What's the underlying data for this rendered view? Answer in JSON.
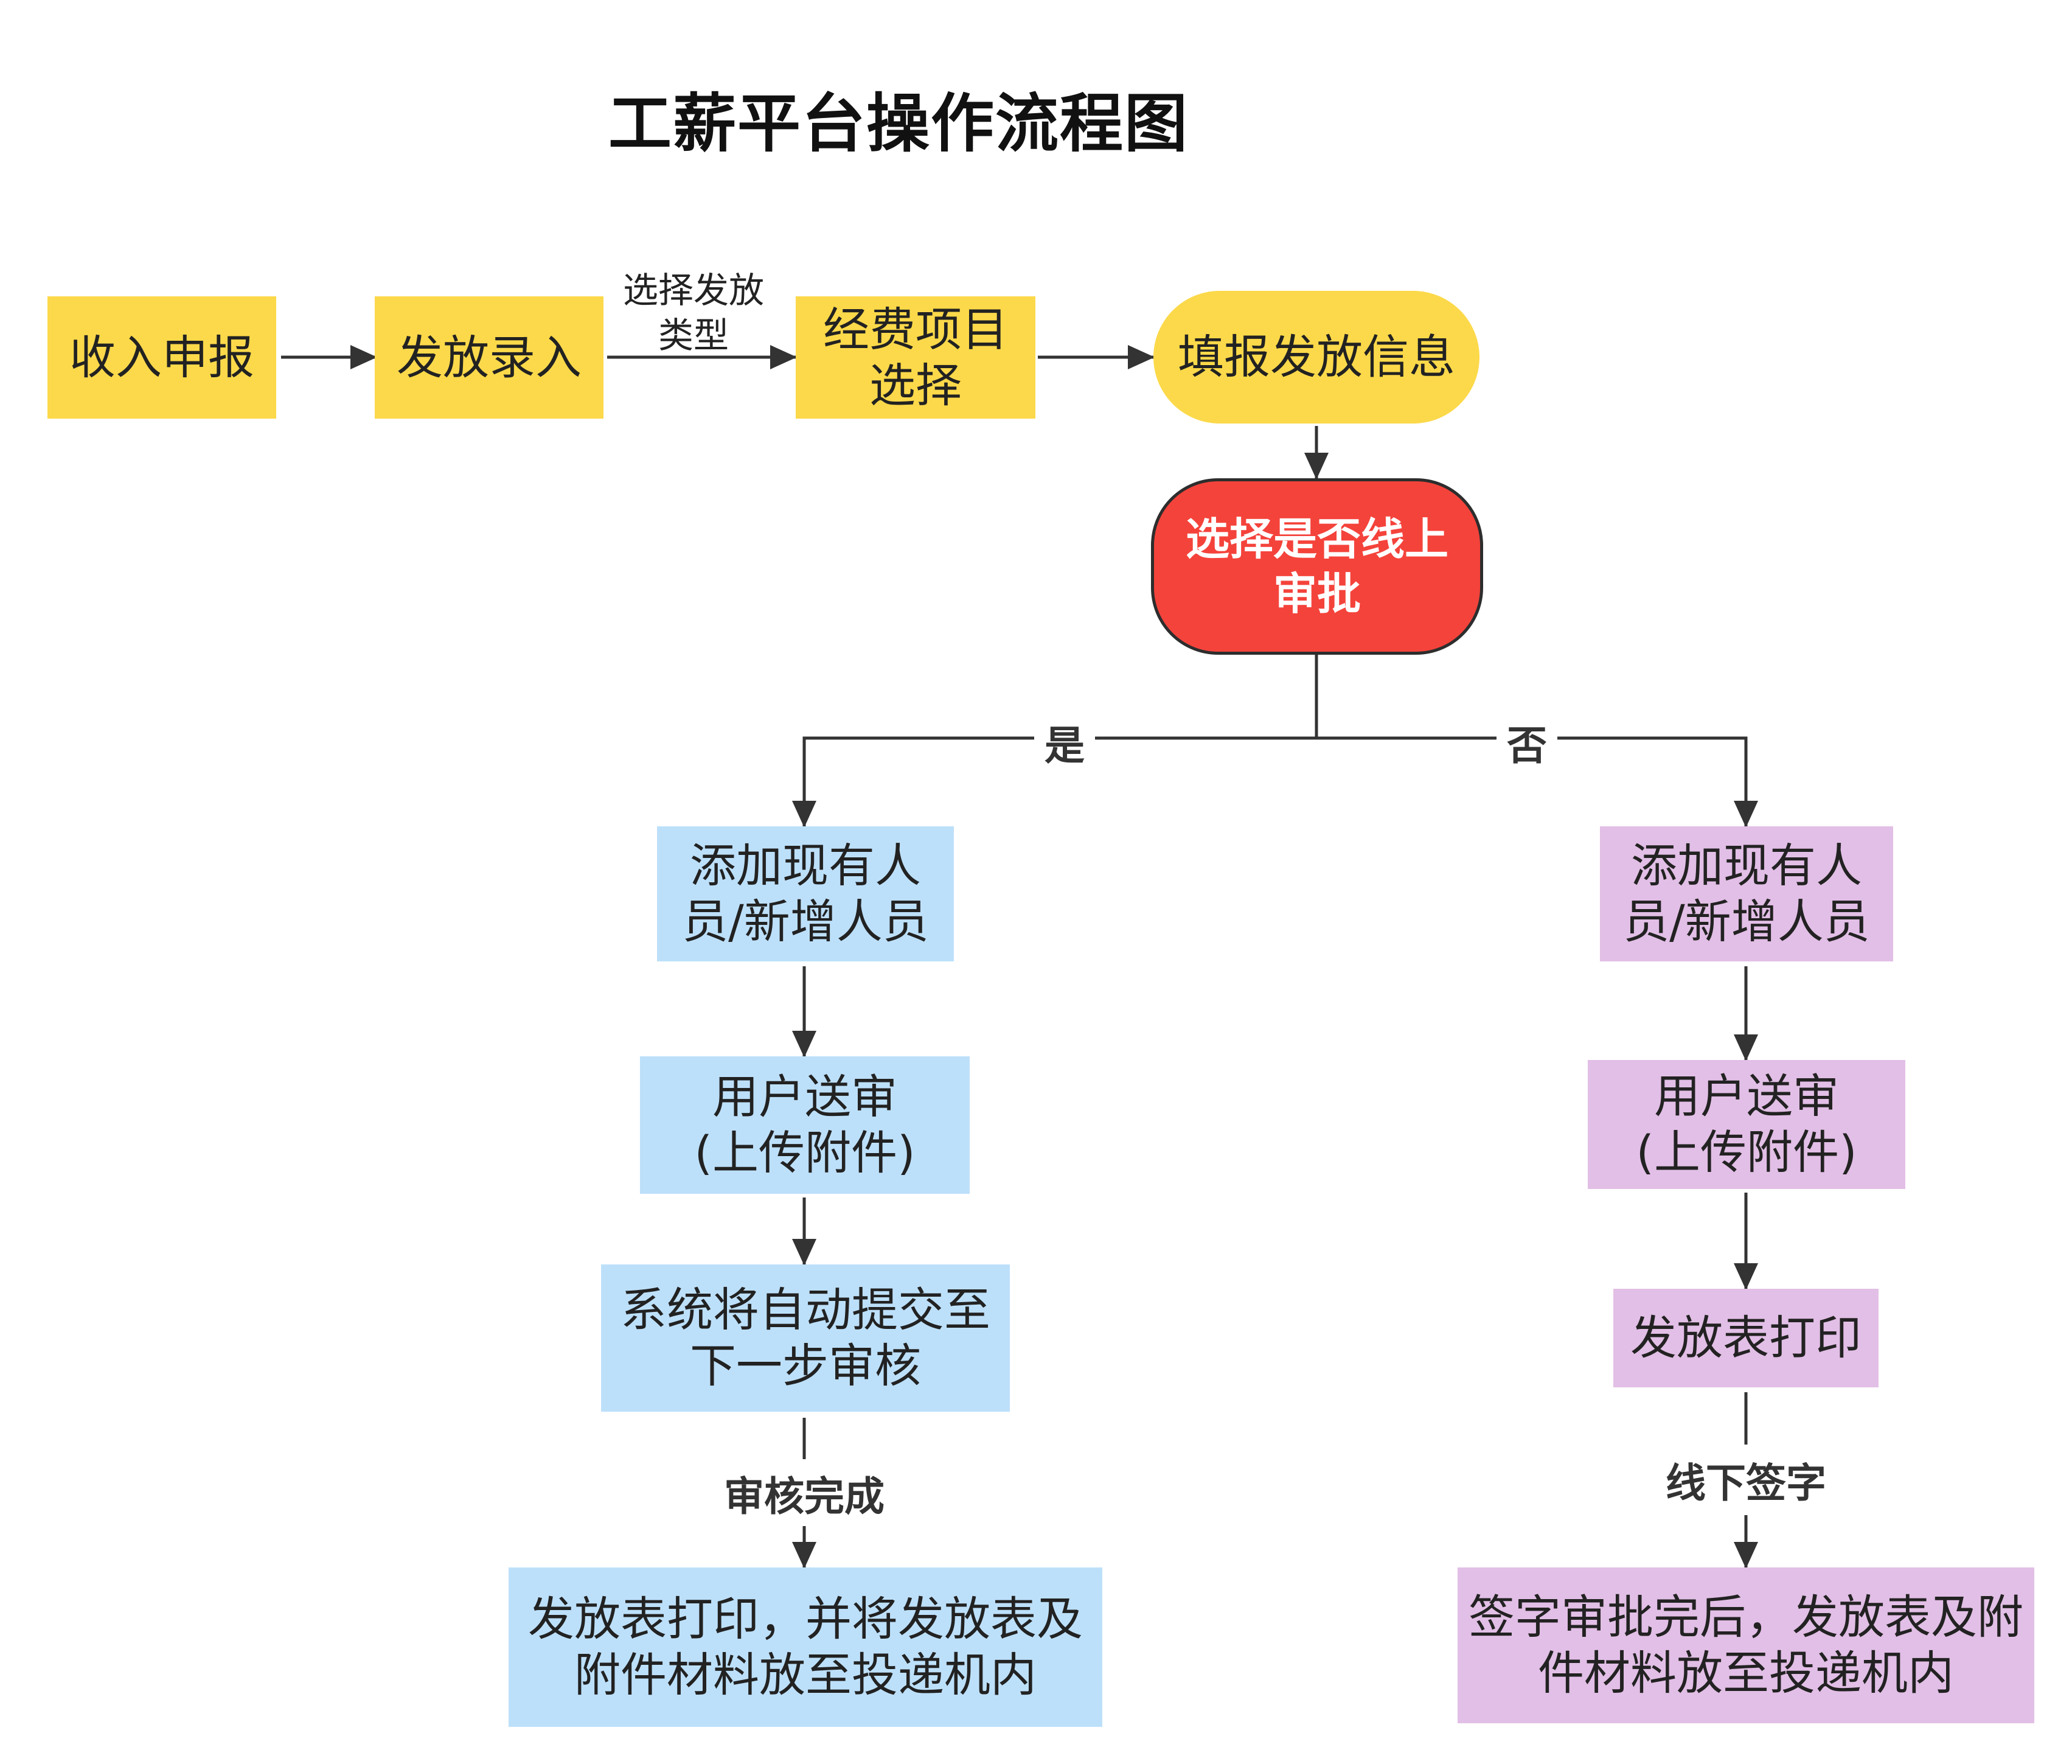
{
  "title": "工薪平台操作流程图",
  "nodes": {
    "income_report": "收入申报",
    "payout_entry": "发放录入",
    "fund_select": [
      "经费项目",
      "选择"
    ],
    "fill_info": "填报发放信息",
    "decision": [
      "选择是否线上",
      "审批"
    ],
    "left": {
      "add_people": [
        "添加现有人",
        "员/新增人员"
      ],
      "submit": [
        "用户送审",
        "(上传附件)"
      ],
      "auto_submit": [
        "系统将自动提交至",
        "下一步审核"
      ],
      "final": [
        "发放表打印，并将发放表及",
        "附件材料放至投递机内"
      ]
    },
    "right": {
      "add_people": [
        "添加现有人",
        "员/新增人员"
      ],
      "submit": [
        "用户送审",
        "(上传附件)"
      ],
      "print": "发放表打印",
      "final": [
        "签字审批完后，发放表及附",
        "件材料放至投递机内"
      ]
    }
  },
  "edge_labels": {
    "select_type": [
      "选择发放",
      "类型"
    ],
    "yes": "是",
    "no": "否",
    "review_done": "审核完成",
    "offline_sign": "线下签字"
  },
  "colors": {
    "yellow": "#fcd94a",
    "blue": "#bde0fa",
    "purple": "#e2bfe6",
    "decision_red": "#f4433b",
    "line": "#333333"
  }
}
